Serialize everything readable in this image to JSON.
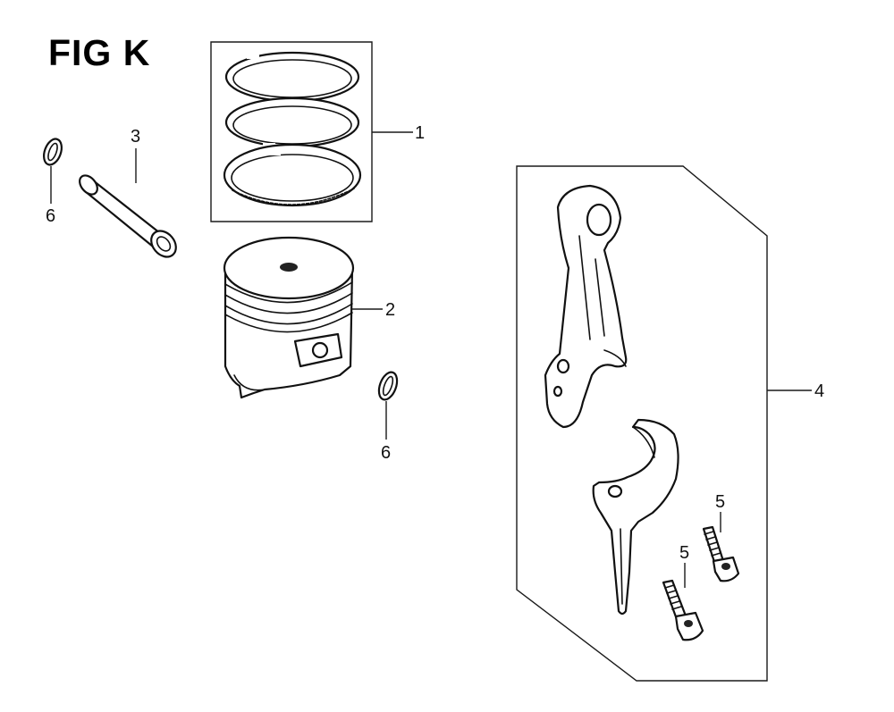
{
  "figure": {
    "title": "FIG K"
  },
  "callouts": [
    {
      "id": "ring-set",
      "text": "1"
    },
    {
      "id": "piston",
      "text": "2"
    },
    {
      "id": "piston-pin",
      "text": "3"
    },
    {
      "id": "connecting-rod-set",
      "text": "4"
    },
    {
      "id": "rod-bolt-upper",
      "text": "5"
    },
    {
      "id": "rod-bolt-lower",
      "text": "5"
    },
    {
      "id": "pin-clip-left",
      "text": "6"
    },
    {
      "id": "pin-clip-right",
      "text": "6"
    }
  ]
}
